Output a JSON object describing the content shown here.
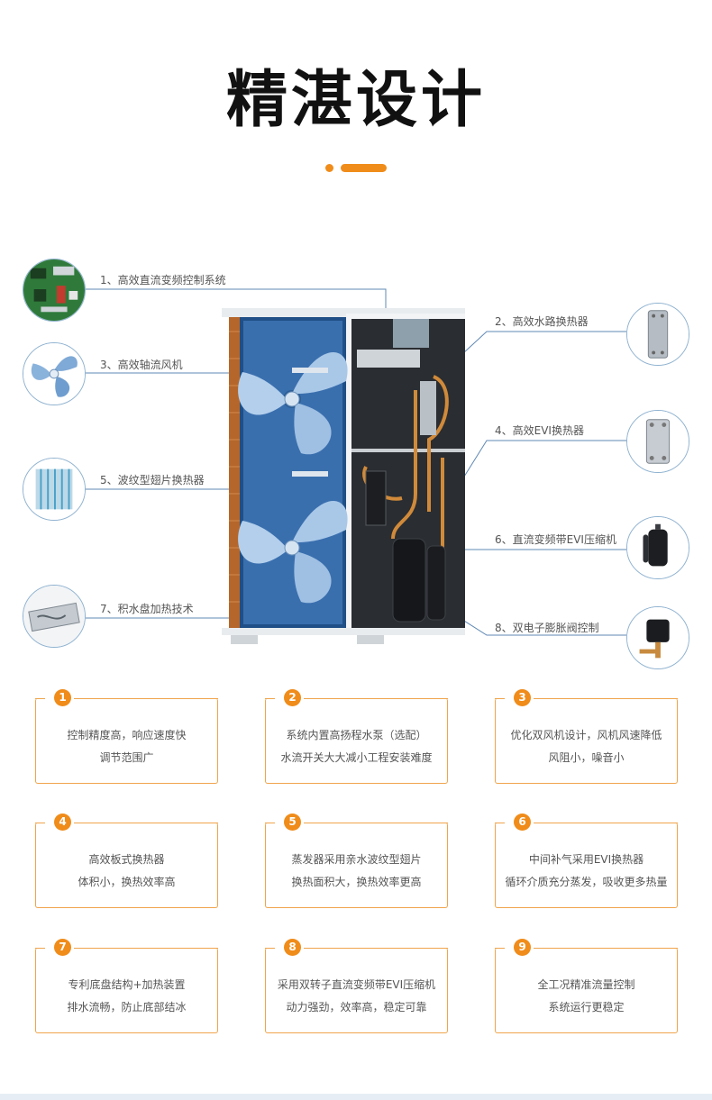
{
  "title": "精湛设计",
  "accent_color": "#f08c1a",
  "callouts": [
    {
      "label": "1、高效直流变频控制系统",
      "icon": "circuit-board-icon"
    },
    {
      "label": "2、高效水路换热器",
      "icon": "plate-heat-exchanger-icon"
    },
    {
      "label": "3、高效轴流风机",
      "icon": "axial-fan-icon"
    },
    {
      "label": "4、高效EVI换热器",
      "icon": "evi-heat-exchanger-icon"
    },
    {
      "label": "5、波纹型翅片换热器",
      "icon": "fin-heat-exchanger-icon"
    },
    {
      "label": "6、直流变频带EVI压缩机",
      "icon": "compressor-icon"
    },
    {
      "label": "7、积水盘加热技术",
      "icon": "drip-tray-icon"
    },
    {
      "label": "8、双电子膨胀阀控制",
      "icon": "expansion-valve-icon"
    }
  ],
  "cards": [
    {
      "num": "1",
      "line1": "控制精度高，响应速度快",
      "line2": "调节范围广"
    },
    {
      "num": "2",
      "line1": "系统内置高扬程水泵（选配）",
      "line2": "水流开关大大减小工程安装难度"
    },
    {
      "num": "3",
      "line1": "优化双风机设计，风机风速降低",
      "line2": "风阻小，噪音小"
    },
    {
      "num": "4",
      "line1": "高效板式换热器",
      "line2": "体积小，换热效率高"
    },
    {
      "num": "5",
      "line1": "蒸发器采用亲水波纹型翅片",
      "line2": "换热面积大，换热效率更高"
    },
    {
      "num": "6",
      "line1": "中间补气采用EVI换热器",
      "line2": "循环介质充分蒸发，吸收更多热量"
    },
    {
      "num": "7",
      "line1": "专利底盘结构+加热装置",
      "line2": "排水流畅，防止底部结冰"
    },
    {
      "num": "8",
      "line1": "采用双转子直流变频带EVI压缩机",
      "line2": "动力强劲，效率高，稳定可靠"
    },
    {
      "num": "9",
      "line1": "全工况精准流量控制",
      "line2": "系统运行更稳定"
    }
  ]
}
